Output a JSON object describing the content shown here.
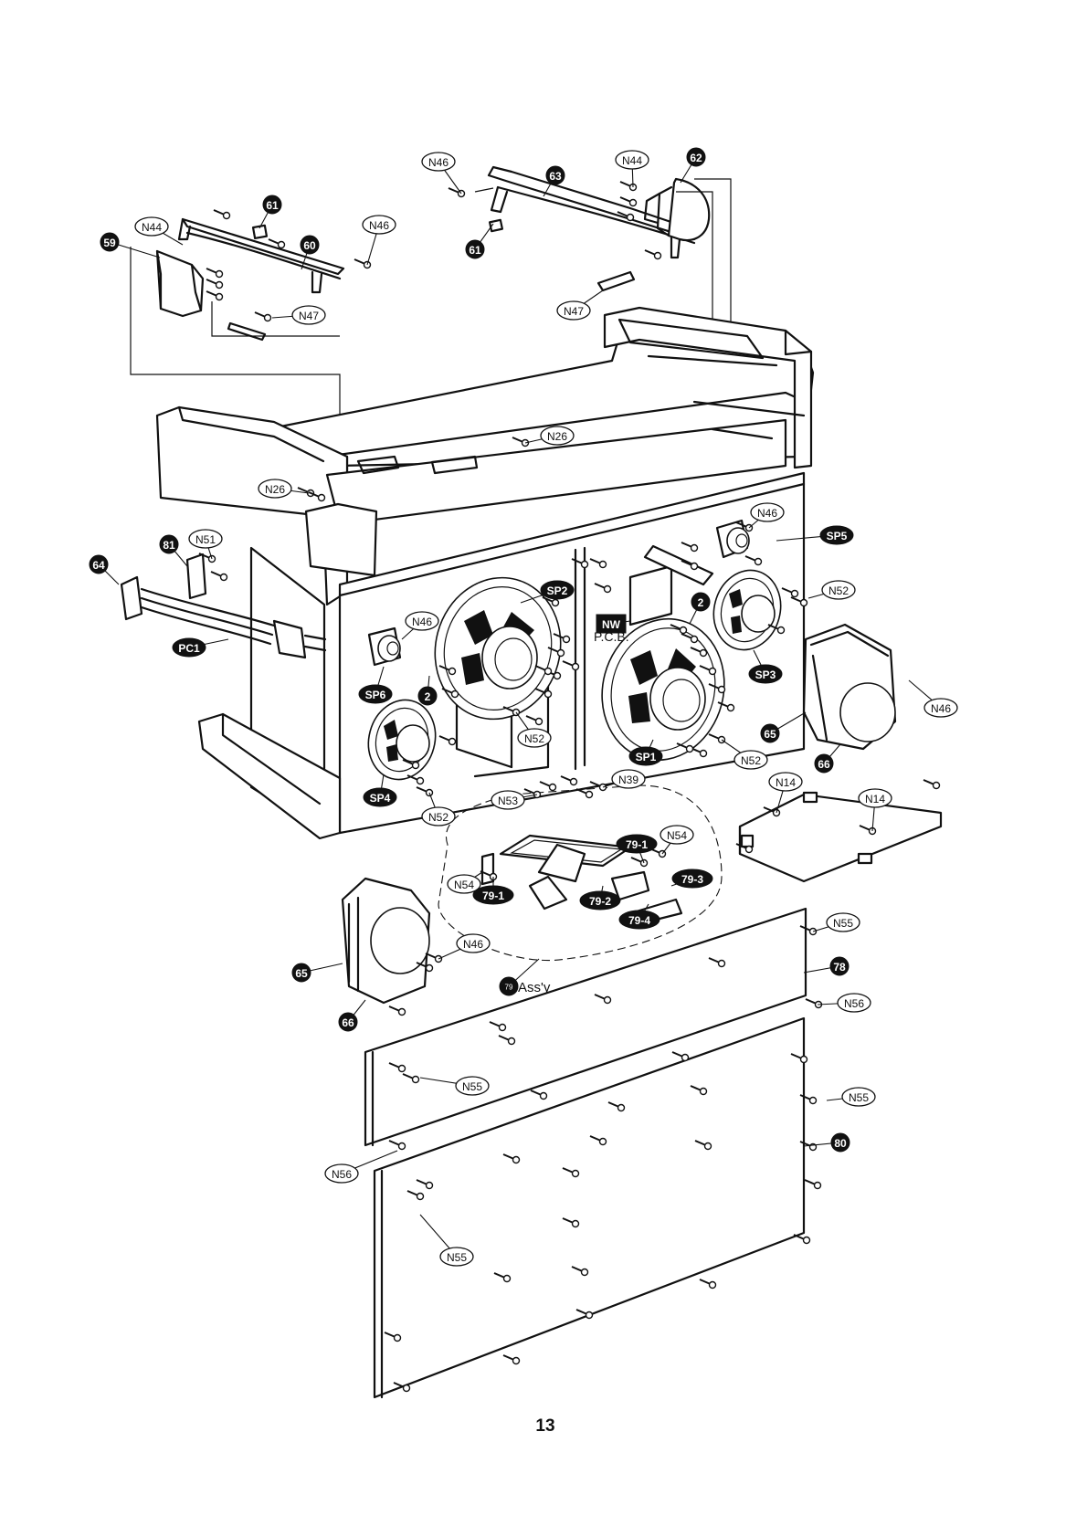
{
  "page": {
    "page_number": "13"
  },
  "diagram": {
    "callouts": [
      {
        "id": "n46-top-center",
        "text": "N46",
        "style": "outline"
      },
      {
        "id": "n44-top-right",
        "text": "N44",
        "style": "outline"
      },
      {
        "id": "p62",
        "text": "62",
        "style": "filled"
      },
      {
        "id": "p63",
        "text": "63",
        "style": "filled"
      },
      {
        "id": "p61-top",
        "text": "61",
        "style": "filled"
      },
      {
        "id": "n44-left",
        "text": "N44",
        "style": "outline"
      },
      {
        "id": "n46-left",
        "text": "N46",
        "style": "outline"
      },
      {
        "id": "p59",
        "text": "59",
        "style": "filled"
      },
      {
        "id": "p60",
        "text": "60",
        "style": "filled"
      },
      {
        "id": "p61-mid",
        "text": "61",
        "style": "filled"
      },
      {
        "id": "n47-left",
        "text": "N47",
        "style": "outline"
      },
      {
        "id": "n47-right",
        "text": "N47",
        "style": "outline"
      },
      {
        "id": "n26-center",
        "text": "N26",
        "style": "outline"
      },
      {
        "id": "n26-left",
        "text": "N26",
        "style": "outline"
      },
      {
        "id": "n46-sp5",
        "text": "N46",
        "style": "outline"
      },
      {
        "id": "sp5",
        "text": "SP5",
        "style": "filled"
      },
      {
        "id": "p81",
        "text": "81",
        "style": "filled"
      },
      {
        "id": "n51",
        "text": "N51",
        "style": "outline"
      },
      {
        "id": "p64",
        "text": "64",
        "style": "filled"
      },
      {
        "id": "sp2",
        "text": "SP2",
        "style": "filled"
      },
      {
        "id": "n52-right-top",
        "text": "N52",
        "style": "outline"
      },
      {
        "id": "n46-sp6",
        "text": "N46",
        "style": "outline"
      },
      {
        "id": "pc1",
        "text": "PC1",
        "style": "filled"
      },
      {
        "id": "p2-right",
        "text": "2",
        "style": "filled"
      },
      {
        "id": "nw",
        "text": "NW",
        "style": "box"
      },
      {
        "id": "sp3",
        "text": "SP3",
        "style": "filled"
      },
      {
        "id": "n46-right-mid",
        "text": "N46",
        "style": "outline"
      },
      {
        "id": "sp6",
        "text": "SP6",
        "style": "filled"
      },
      {
        "id": "p2-left",
        "text": "2",
        "style": "filled"
      },
      {
        "id": "n52-mid",
        "text": "N52",
        "style": "outline"
      },
      {
        "id": "p65-right",
        "text": "65",
        "style": "filled"
      },
      {
        "id": "sp1",
        "text": "SP1",
        "style": "filled"
      },
      {
        "id": "n52-right-low",
        "text": "N52",
        "style": "outline"
      },
      {
        "id": "p66-right",
        "text": "66",
        "style": "filled"
      },
      {
        "id": "n39",
        "text": "N39",
        "style": "outline"
      },
      {
        "id": "n14-a",
        "text": "N14",
        "style": "outline"
      },
      {
        "id": "n53",
        "text": "N53",
        "style": "outline"
      },
      {
        "id": "sp4",
        "text": "SP4",
        "style": "filled"
      },
      {
        "id": "n52-left-low",
        "text": "N52",
        "style": "outline"
      },
      {
        "id": "n14-b",
        "text": "N14",
        "style": "outline"
      },
      {
        "id": "p79-1-top",
        "text": "79-1",
        "style": "filled"
      },
      {
        "id": "n54-right",
        "text": "N54",
        "style": "outline"
      },
      {
        "id": "n54-left",
        "text": "N54",
        "style": "outline"
      },
      {
        "id": "p79-3",
        "text": "79-3",
        "style": "filled"
      },
      {
        "id": "p79-1-low",
        "text": "79-1",
        "style": "filled"
      },
      {
        "id": "p79-2",
        "text": "79-2",
        "style": "filled"
      },
      {
        "id": "p79-4",
        "text": "79-4",
        "style": "filled"
      },
      {
        "id": "n55-top",
        "text": "N55",
        "style": "outline"
      },
      {
        "id": "n46-lower",
        "text": "N46",
        "style": "outline"
      },
      {
        "id": "p65-left",
        "text": "65",
        "style": "filled"
      },
      {
        "id": "p78",
        "text": "78",
        "style": "filled"
      },
      {
        "id": "p79",
        "text": "79",
        "style": "filled"
      },
      {
        "id": "n56-right",
        "text": "N56",
        "style": "outline"
      },
      {
        "id": "p66-left",
        "text": "66",
        "style": "filled"
      },
      {
        "id": "n55-mid",
        "text": "N55",
        "style": "outline"
      },
      {
        "id": "n55-right",
        "text": "N55",
        "style": "outline"
      },
      {
        "id": "p80",
        "text": "80",
        "style": "filled"
      },
      {
        "id": "n56-left",
        "text": "N56",
        "style": "outline"
      },
      {
        "id": "n55-low",
        "text": "N55",
        "style": "outline"
      }
    ],
    "labels": {
      "pcb": "P.C.B.",
      "assy_suffix": "Ass'y"
    }
  }
}
